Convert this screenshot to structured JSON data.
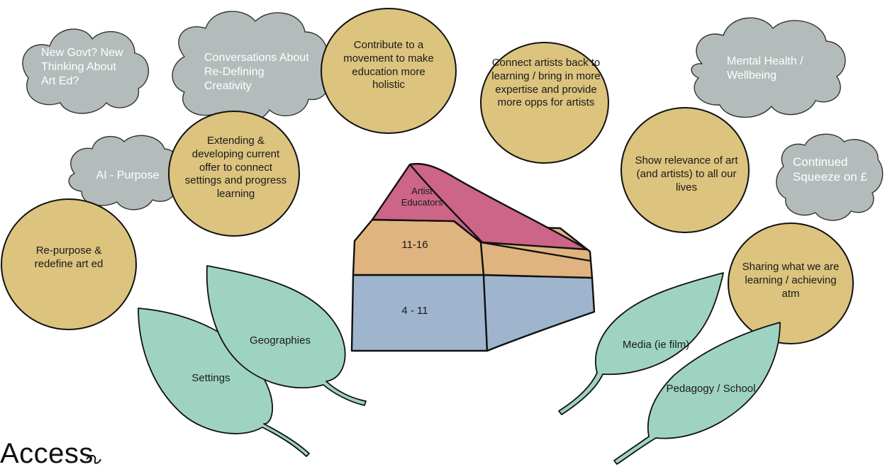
{
  "clouds": {
    "new_govt": "New Govt? New Thinking About Art Ed?",
    "conversations": "Conversations About Re-Defining Creativity",
    "ai_purpose": "AI - Purpose",
    "mental_health": "Mental Health / Wellbeing",
    "squeeze": "Continued Squeeze on £"
  },
  "circles": {
    "contribute": "Contribute to a movement to make education more holistic",
    "connect_artists": "Connect artists back to learning / bring in more expertise and provide more opps for artists",
    "extending": "Extending & developing current offer to connect settings and progress learning",
    "repurpose": "Re-purpose & redefine art ed",
    "show_relevance": "Show relevance of art (and artists) to all our lives",
    "sharing": "Sharing what we are learning / achieving atm"
  },
  "house": {
    "roof_label": "Artist Educators",
    "middle_label": "11-16",
    "bottom_label": "4 - 11"
  },
  "leaves": {
    "settings": "Settings",
    "geographies": "Geographies",
    "media": "Media (ie film)",
    "pedagogy": "Pedagogy / School"
  },
  "footer": {
    "text": "Access"
  },
  "colors": {
    "cloud": "#b3bcbb",
    "circle": "#dcc37e",
    "leaf": "#9fd3c1",
    "roof": "#cc6588",
    "middle": "#dfb47f",
    "bottom": "#9eb5cd",
    "outline": "#111111"
  }
}
